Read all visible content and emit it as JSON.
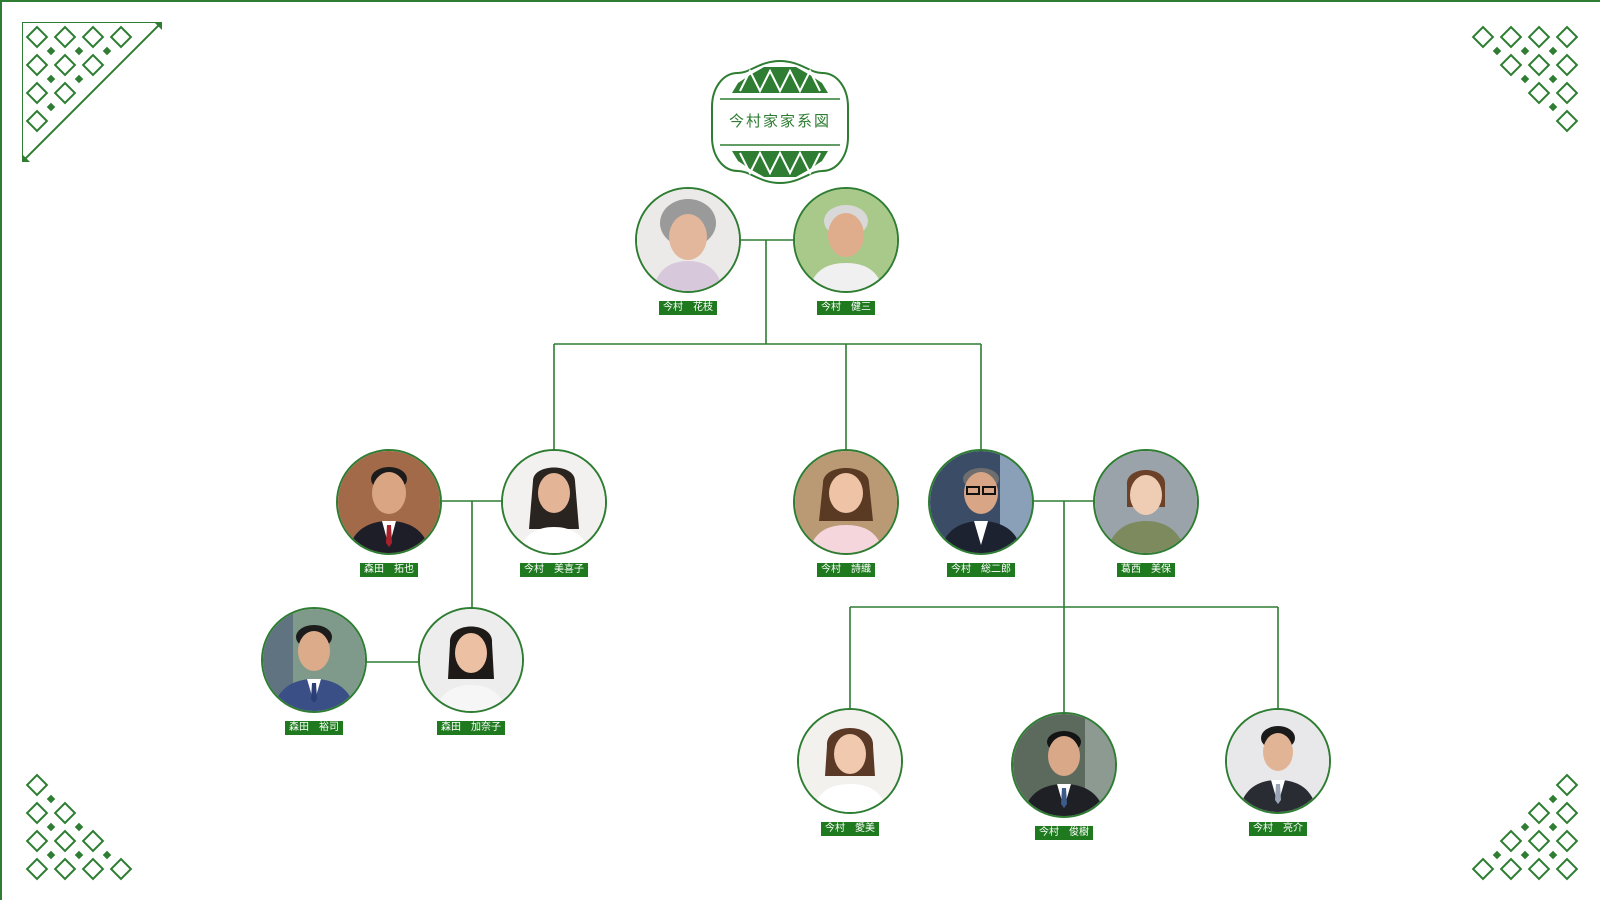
{
  "title": "今村家家系図",
  "colors": {
    "accent": "#2e7d32",
    "label_bg": "#1f7a1f",
    "label_text": "#ffffff"
  },
  "people": {
    "hanae": {
      "name": "今村　花枝",
      "portrait": "elderly-woman-portrait"
    },
    "kenzo": {
      "name": "今村　健三",
      "portrait": "elderly-man-portrait"
    },
    "takuya": {
      "name": "森田　拓也",
      "portrait": "man-in-suit-portrait"
    },
    "mikiko": {
      "name": "今村　美喜子",
      "portrait": "woman-portrait"
    },
    "shiori": {
      "name": "今村　詩織",
      "portrait": "woman-portrait"
    },
    "sojiro": {
      "name": "今村　総二郎",
      "portrait": "man-with-glasses-portrait"
    },
    "miho": {
      "name": "葛西　美保",
      "portrait": "woman-portrait"
    },
    "yuji": {
      "name": "森田　裕司",
      "portrait": "man-in-suit-portrait"
    },
    "kanako": {
      "name": "森田　加奈子",
      "portrait": "woman-portrait"
    },
    "manami": {
      "name": "今村　愛美",
      "portrait": "woman-portrait"
    },
    "toshiki": {
      "name": "今村　俊樹",
      "portrait": "man-in-suit-portrait"
    },
    "ryosuke": {
      "name": "今村　亮介",
      "portrait": "man-in-suit-portrait"
    }
  }
}
